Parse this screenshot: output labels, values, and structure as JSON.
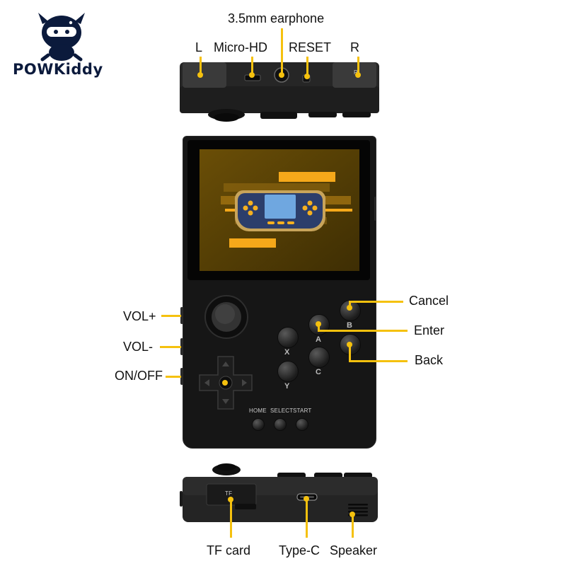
{
  "brand": {
    "name": "POWKiddy"
  },
  "top_view": {
    "labels": {
      "earphone": "3.5mm earphone",
      "l": "L",
      "micro_hd": "Micro-HD",
      "reset": "RESET",
      "r": "R"
    },
    "shoulder_l_mark": "L",
    "shoulder_r_mark": "R"
  },
  "front_view": {
    "left_labels": {
      "vol_plus": "VOL+",
      "vol_minus": "VOL-",
      "on_off": "ON/OFF"
    },
    "right_labels": {
      "cancel": "Cancel",
      "enter": "Enter",
      "back": "Back"
    },
    "face_buttons": {
      "x": "X",
      "y": "Y",
      "a": "A",
      "b": "B",
      "c": "C"
    },
    "system_buttons": {
      "home": "HOME",
      "select": "SELECT",
      "start": "START"
    }
  },
  "bottom_view": {
    "labels": {
      "tf_card": "TF card",
      "type_c": "Type-C",
      "speaker": "Speaker"
    },
    "tf_slot_mark": "TF"
  },
  "colors": {
    "accent": "#f5c10e",
    "body": "#1a1a1a",
    "screen_bg": "#5a4205",
    "brand": "#0b1a3c",
    "mini_console": "#2c3e6b"
  }
}
